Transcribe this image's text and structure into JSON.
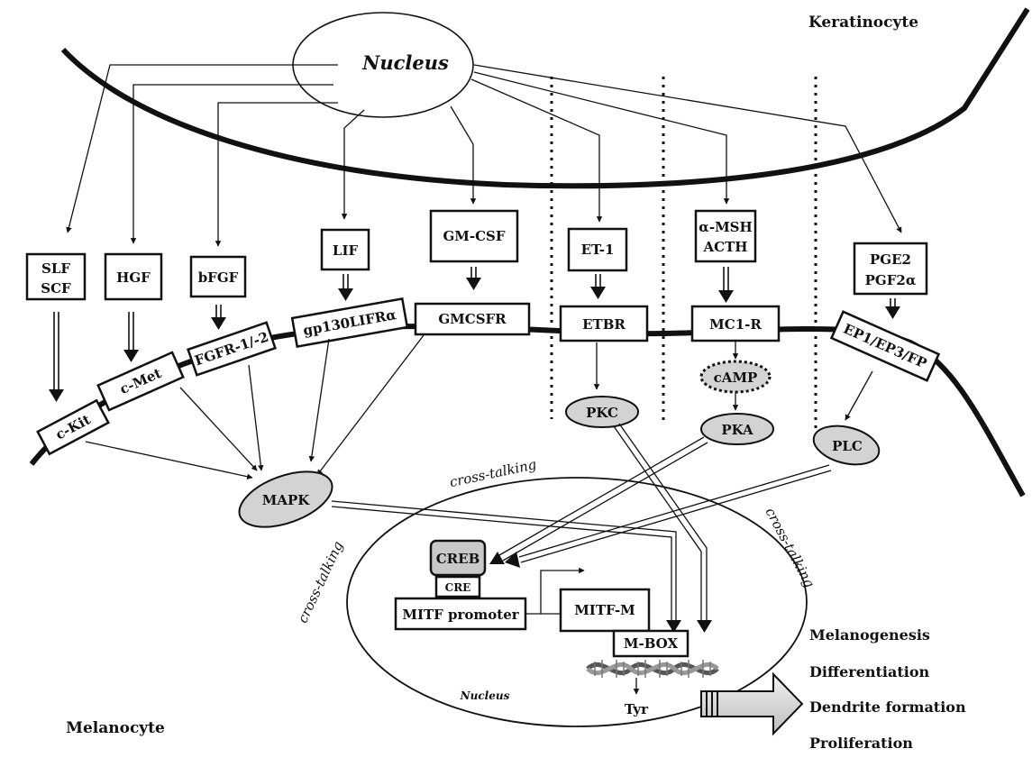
{
  "cells": {
    "keratinocyte": "Keratinocyte",
    "melanocyte": "Melanocyte"
  },
  "nucleus": {
    "keratinocyte": "Nucleus",
    "melanocyte": "Nucleus"
  },
  "ligands": {
    "slf": [
      "SLF",
      "SCF"
    ],
    "hgf": "HGF",
    "bfgf": "bFGF",
    "lif": "LIF",
    "gmcsf": "GM-CSF",
    "et1": "ET-1",
    "msh": [
      "α-MSH",
      "ACTH"
    ],
    "pge": [
      "PGE2",
      "PGF2α"
    ]
  },
  "receptors": {
    "ckit": "c-Kit",
    "cmet": "c-Met",
    "fgfr": "FGFR-1/-2",
    "gp130": "gp130LIFRα",
    "gmcsfr": "GMCSFR",
    "etbr": "ETBR",
    "mc1r": "MC1-R",
    "ep": "EP1/EP3/FP"
  },
  "signals": {
    "camp": "cAMP",
    "pkc": "PKC",
    "pka": "PKA",
    "plc": "PLC",
    "mapk": "MAPK"
  },
  "crosstalk": "cross-talking",
  "gene": {
    "creb": "CREB",
    "cre": "CRE",
    "promoter": "MITF promoter",
    "mitf": "MITF-M",
    "mbox": "M-BOX",
    "tyr": "Tyr"
  },
  "outcomes": [
    "Melanogenesis",
    "Differentiation",
    "Dendrite formation",
    "Proliferation"
  ]
}
